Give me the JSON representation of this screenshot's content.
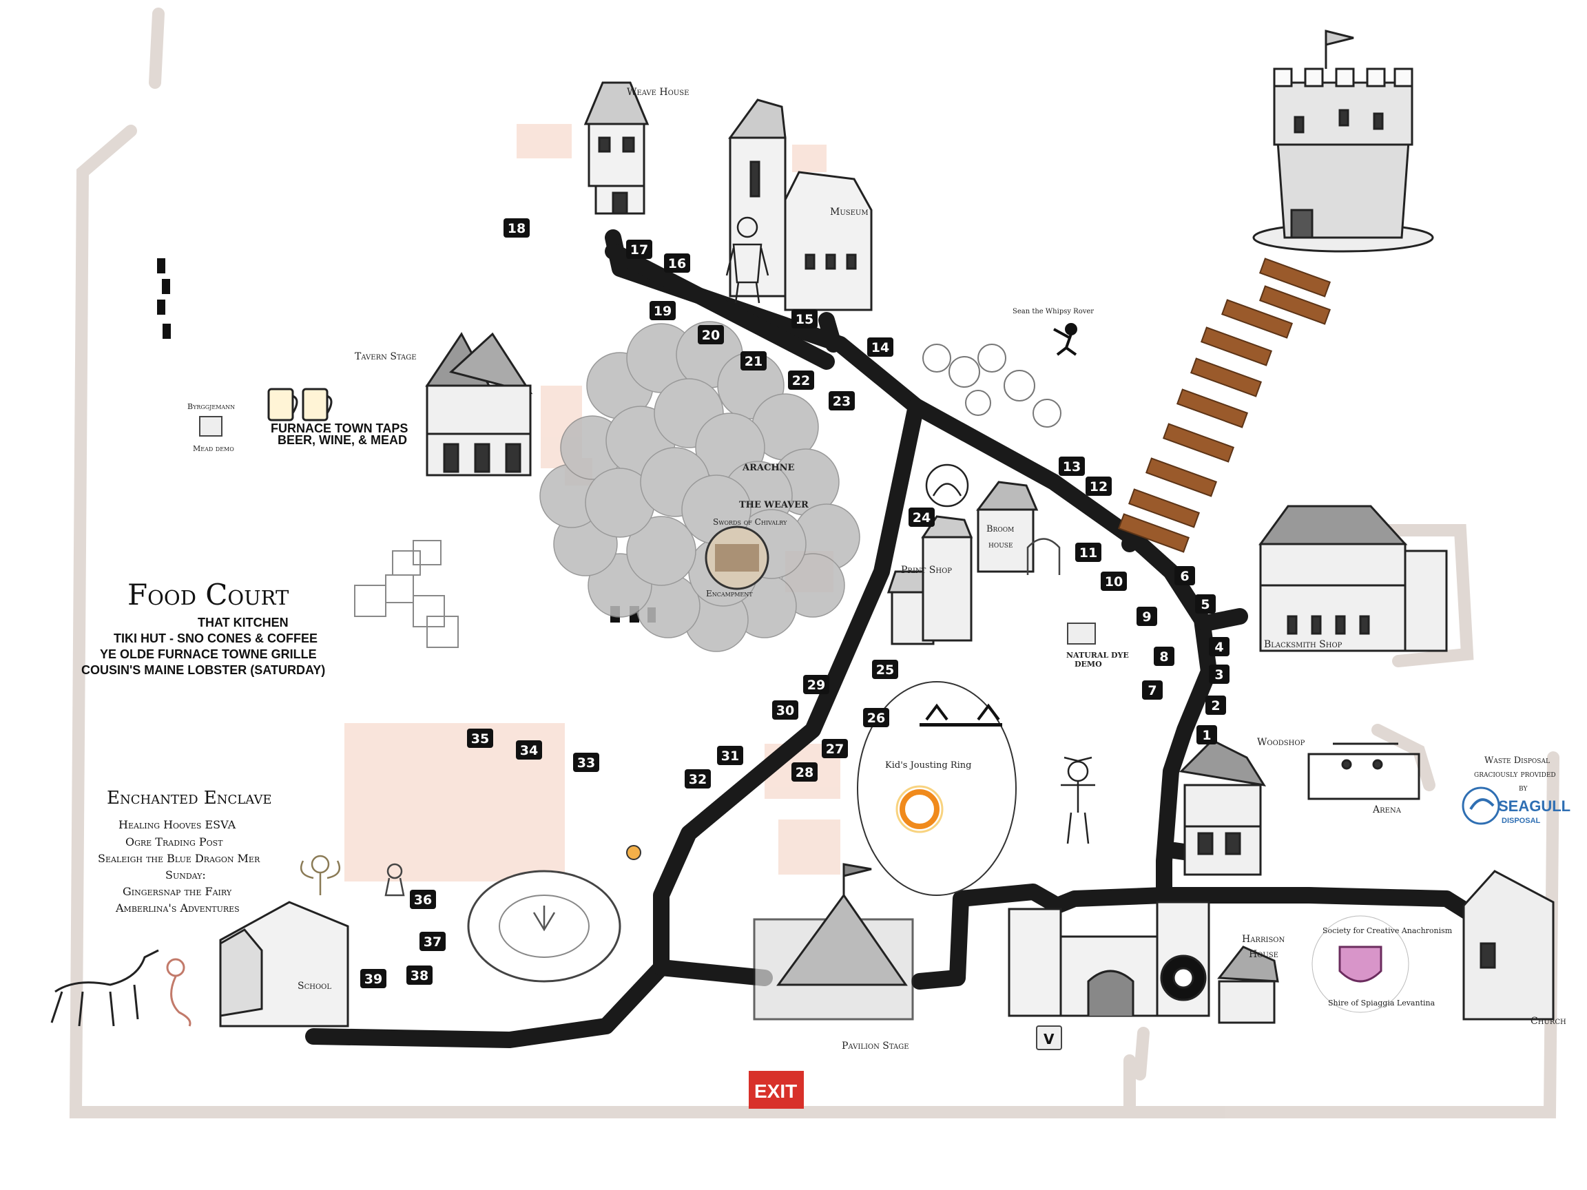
{
  "map": {
    "colors": {
      "path": "#1a1a1a",
      "boundary": "#d9cfc9",
      "plot": "#f6d9cc",
      "exit": "#d8312a",
      "seagull_blue": "#2f6fb3",
      "jousting_fire": "#f08a1c"
    },
    "exit_label": "EXIT",
    "labels": {
      "weave_house": "Weave House",
      "museum": "Museum",
      "tavern_stage": "Tavern Stage",
      "byrggjemann": "Byrggjemann",
      "mead_demo": "Mead demo",
      "taps_line1": "FURNACE TOWN TAPS",
      "taps_line2": "BEER, WINE, & MEAD",
      "sean": "Sean the Whipsy Rover",
      "arachne_line1": "ARACHNE",
      "arachne_line2": "THE WEAVER",
      "swords_top": "Swords of Chivalry",
      "swords_bottom": "Encampment",
      "broom_house_line1": "Broom",
      "broom_house_line2": "house",
      "print_shop": "Print Shop",
      "natural_dye_line1": "NATURAL DYE",
      "natural_dye_line2": "DEMO",
      "blacksmith_shop": "Blacksmith Shop",
      "woodshop": "Woodshop",
      "arena": "Arena",
      "kids_jousting": "Kid's Jousting Ring",
      "pavilion_stage": "Pavilion Stage",
      "school": "School",
      "harrison_line1": "Harrison",
      "harrison_line2": "House",
      "church": "Church",
      "sca_top": "Society for Creative Anachronism",
      "sca_bottom": "Shire of Spiaggia Levantina",
      "waste_line1": "Waste Disposal",
      "waste_line2": "graciously provided",
      "waste_line3": "by",
      "seagull_name": "SEAGULL",
      "seagull_sub": "DISPOSAL",
      "v_booth": "V"
    },
    "food_court": {
      "title": "Food Court",
      "items": [
        "THAT KITCHEN",
        "TIKI HUT - SNO CONES & COFFEE",
        "YE OLDE FURNACE TOWNE GRILLE",
        "COUSIN'S MAINE LOBSTER (SATURDAY)"
      ]
    },
    "enchanted_enclave": {
      "title": "Enchanted Enclave",
      "items": [
        "Healing Hooves  ESVA",
        "Ogre Trading Post",
        "Sealeigh the Blue Dragon Mer",
        "Sunday:",
        "Gingersnap the Fairy",
        "Amberlina's Adventures"
      ]
    },
    "booths": [
      {
        "num": "1"
      },
      {
        "num": "2"
      },
      {
        "num": "3"
      },
      {
        "num": "4"
      },
      {
        "num": "5"
      },
      {
        "num": "6"
      },
      {
        "num": "7"
      },
      {
        "num": "8"
      },
      {
        "num": "9"
      },
      {
        "num": "10"
      },
      {
        "num": "11"
      },
      {
        "num": "12"
      },
      {
        "num": "13"
      },
      {
        "num": "14"
      },
      {
        "num": "15"
      },
      {
        "num": "16"
      },
      {
        "num": "17"
      },
      {
        "num": "18"
      },
      {
        "num": "19"
      },
      {
        "num": "20"
      },
      {
        "num": "21"
      },
      {
        "num": "22"
      },
      {
        "num": "23"
      },
      {
        "num": "24"
      },
      {
        "num": "25"
      },
      {
        "num": "26"
      },
      {
        "num": "27"
      },
      {
        "num": "28"
      },
      {
        "num": "29"
      },
      {
        "num": "30"
      },
      {
        "num": "31"
      },
      {
        "num": "32"
      },
      {
        "num": "33"
      },
      {
        "num": "34"
      },
      {
        "num": "35"
      },
      {
        "num": "36"
      },
      {
        "num": "37"
      },
      {
        "num": "38"
      },
      {
        "num": "39"
      }
    ]
  }
}
